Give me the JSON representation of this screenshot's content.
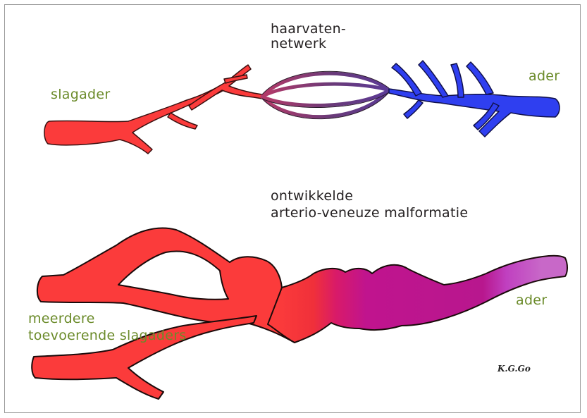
{
  "labels": {
    "capillary_network": [
      "haarvaten-",
      "netwerk"
    ],
    "artery_top": "slagader",
    "vein_top": "ader",
    "developed_avm": [
      "ontwikkelde",
      "arterio-veneuze malformatie"
    ],
    "feeding_arteries": [
      "meerdere",
      "toevoerende slagaders"
    ],
    "vein_bottom": "ader",
    "signature": "K.G.Go"
  },
  "colors": {
    "artery": "#fb3b3b",
    "vein": "#2f3ff0",
    "capillary": "#7a3a70",
    "malformation": "#c0148e",
    "vein_light": "#c868c8",
    "label_green": "#6b8b2a",
    "label_dark": "#231f20",
    "frame": "#9a9a9a"
  }
}
